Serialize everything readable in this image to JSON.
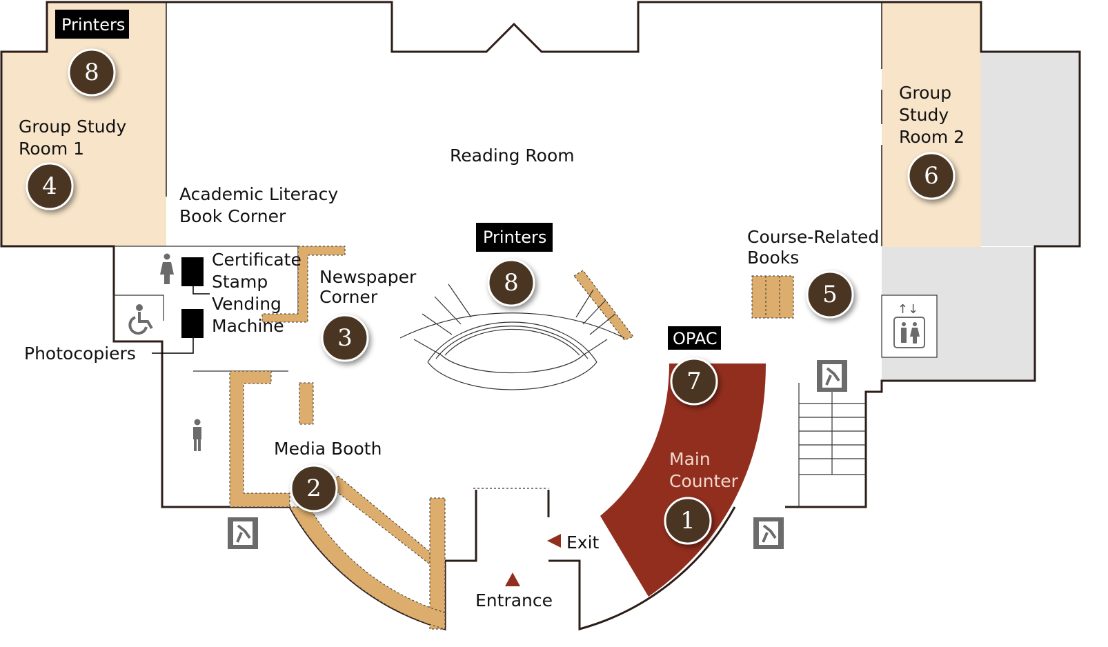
{
  "title_tags": {
    "printers_top": "Printers",
    "printers_center": "Printers",
    "opac": "OPAC"
  },
  "labels": {
    "group_study_1_a": "Group Study",
    "group_study_1_b": "Room 1",
    "group_study_2_a": "Group",
    "group_study_2_b": "Study",
    "group_study_2_c": "Room 2",
    "reading_room": "Reading Room",
    "academic_a": "Academic Literacy",
    "academic_b": "Book Corner",
    "cert_a": "Certificate",
    "cert_b": "Stamp",
    "cert_c": "Vending",
    "cert_d": "Machine",
    "newspaper_a": "Newspaper",
    "newspaper_b": "Corner",
    "photocopiers": "Photocopiers",
    "course_a": "Course-Related",
    "course_b": "Books",
    "media_booth": "Media Booth",
    "main_counter_a": "Main",
    "main_counter_b": "Counter",
    "exit": "Exit",
    "entrance": "Entrance"
  },
  "markers": {
    "m8a": "8",
    "m4": "4",
    "m8b": "8",
    "m3": "3",
    "m2": "2",
    "m7": "7",
    "m1": "1",
    "m5": "5",
    "m6": "6"
  },
  "colors": {
    "room": "#f7e4c9",
    "shelf": "#dcad6c",
    "counter": "#922e1e",
    "marker": "#4a3520",
    "grey": "#e3e3e3",
    "icon": "#6b6b6b"
  }
}
